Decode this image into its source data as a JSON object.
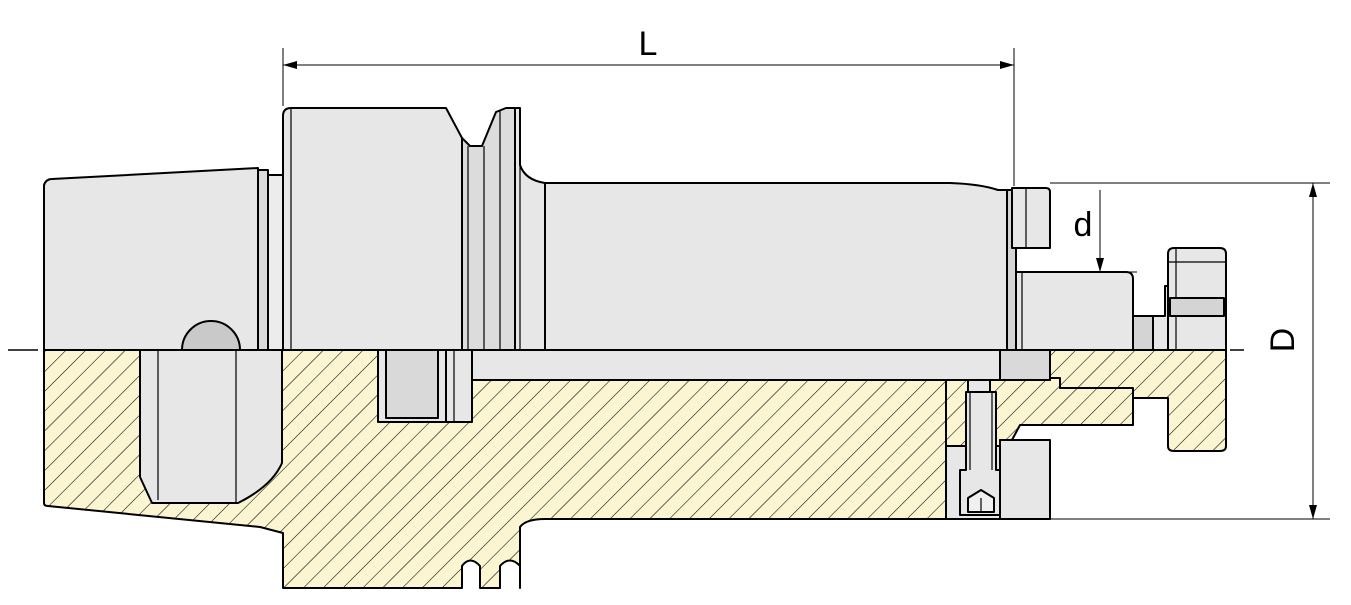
{
  "dimensions": {
    "length_label": "L",
    "bore_diameter_label": "d",
    "outer_diameter_label": "D"
  },
  "colors": {
    "section_fill": "#fbf6d1",
    "body_grey": "#e7e7e8",
    "face_grey": "#cfcfd0",
    "outline": "#000000"
  }
}
